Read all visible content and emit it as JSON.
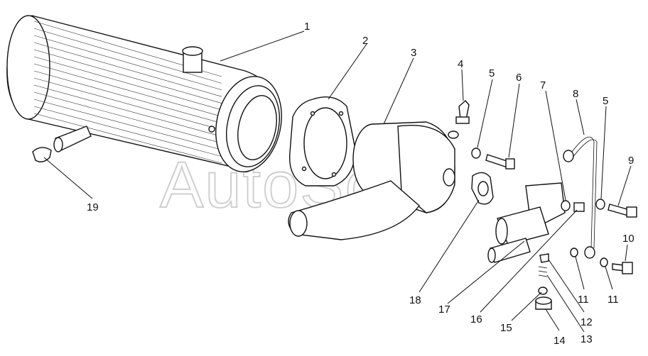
{
  "watermark": "AutoSoft",
  "callouts": [
    {
      "id": "1",
      "text": "1"
    },
    {
      "id": "2",
      "text": "2"
    },
    {
      "id": "3",
      "text": "3"
    },
    {
      "id": "4",
      "text": "4"
    },
    {
      "id": "5a",
      "text": "5"
    },
    {
      "id": "6",
      "text": "6"
    },
    {
      "id": "7",
      "text": "7"
    },
    {
      "id": "8",
      "text": "8"
    },
    {
      "id": "5b",
      "text": "5"
    },
    {
      "id": "9",
      "text": "9"
    },
    {
      "id": "10",
      "text": "10"
    },
    {
      "id": "11a",
      "text": "11"
    },
    {
      "id": "11b",
      "text": "11"
    },
    {
      "id": "12",
      "text": "12"
    },
    {
      "id": "13",
      "text": "13"
    },
    {
      "id": "14",
      "text": "14"
    },
    {
      "id": "15",
      "text": "15"
    },
    {
      "id": "16",
      "text": "16"
    },
    {
      "id": "17",
      "text": "17"
    },
    {
      "id": "18",
      "text": "18"
    },
    {
      "id": "19",
      "text": "19"
    }
  ]
}
